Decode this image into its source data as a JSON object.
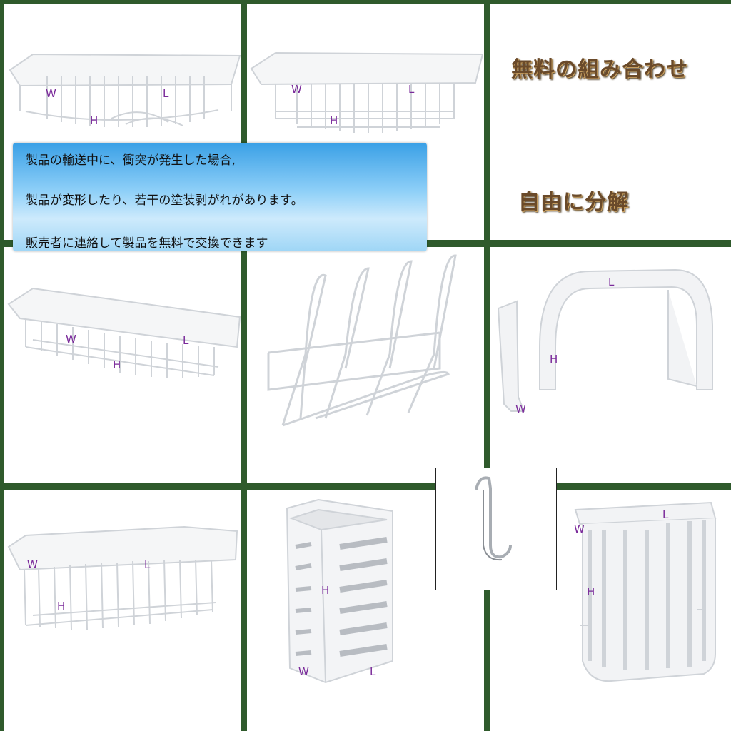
{
  "promo": {
    "free_combination": "無料の組み合わせ",
    "free_disassembly": "自由に分解"
  },
  "notice": {
    "line1": "製品の輸送中に、衝突が発生した場合,",
    "line2": "製品が変形したり、若干の塗装剥がれがあります。",
    "line3": "販売者に連絡して製品を無料で交換できます"
  },
  "labels": {
    "w": "W",
    "l": "L",
    "h": "H"
  },
  "colors": {
    "background": "#2f5a2c",
    "label": "#7a2a9a",
    "banner": "#3aa0e6"
  }
}
